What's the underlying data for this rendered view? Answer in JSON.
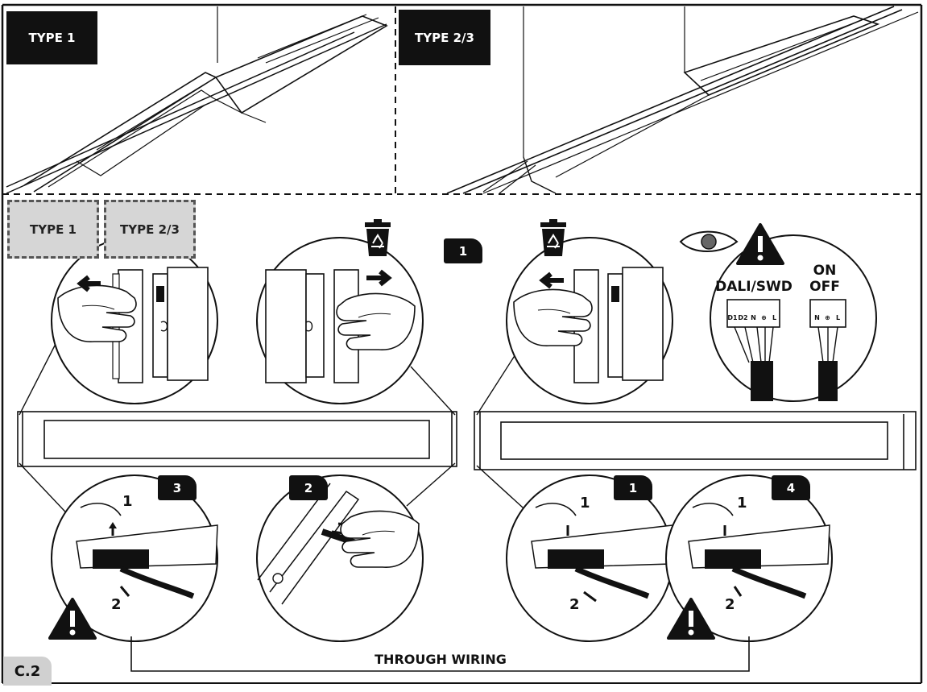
{
  "top_panel": {
    "left_label": "TYPE 1",
    "right_label": "TYPE 2/3"
  },
  "bottom_panel": {
    "type_tabs": [
      "TYPE 1",
      "TYPE 2/3"
    ],
    "step_badges": {
      "top_center": "1",
      "bottom_left_a": "3",
      "bottom_left_b": "2",
      "bottom_right_a": "1",
      "bottom_right_b": "4"
    },
    "callout_numbers": {
      "c1_top": "1",
      "c1_bottom": "2",
      "c3_top": "1",
      "c3_bottom": "2",
      "c4_top": "1",
      "c4_bottom": "2"
    },
    "connector": {
      "dali_label": "DALI/SWD",
      "dali_pins": [
        "D1",
        "D2",
        "N",
        "⊕",
        "L"
      ],
      "onoff_label_1": "ON",
      "onoff_label_2": "OFF",
      "onoff_pins": [
        "N",
        "⊕",
        "L"
      ]
    },
    "through_wiring_label": "THROUGH WIRING",
    "figure_code": "C.2"
  },
  "icons": [
    "recycle-bin-icon",
    "eye-icon",
    "warning-icon",
    "arrow-left-icon",
    "arrow-right-icon",
    "hand-icon"
  ],
  "colors": {
    "ink": "#111111",
    "tab_gray": "#d6d6d6",
    "paper": "#ffffff"
  }
}
